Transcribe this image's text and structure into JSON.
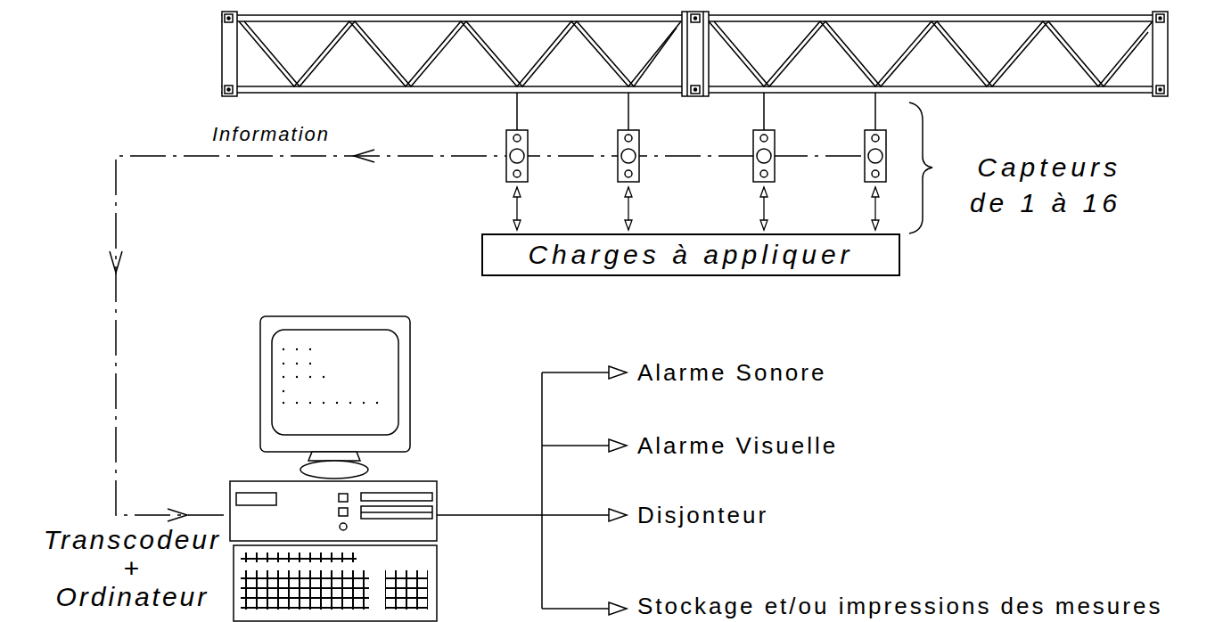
{
  "diagram": {
    "nodes": [
      {
        "text": [
          "Charges à appliquer"
        ]
      },
      {
        "text": [
          "Transcodeur + Ordinateur"
        ]
      }
    ],
    "labels": [
      "Information",
      "Capteurs de 1 à 16",
      "Alarme Sonore",
      "Alarme Visuelle",
      "Disjonteur",
      "Stockage et/ou impressions des mesures"
    ]
  }
}
